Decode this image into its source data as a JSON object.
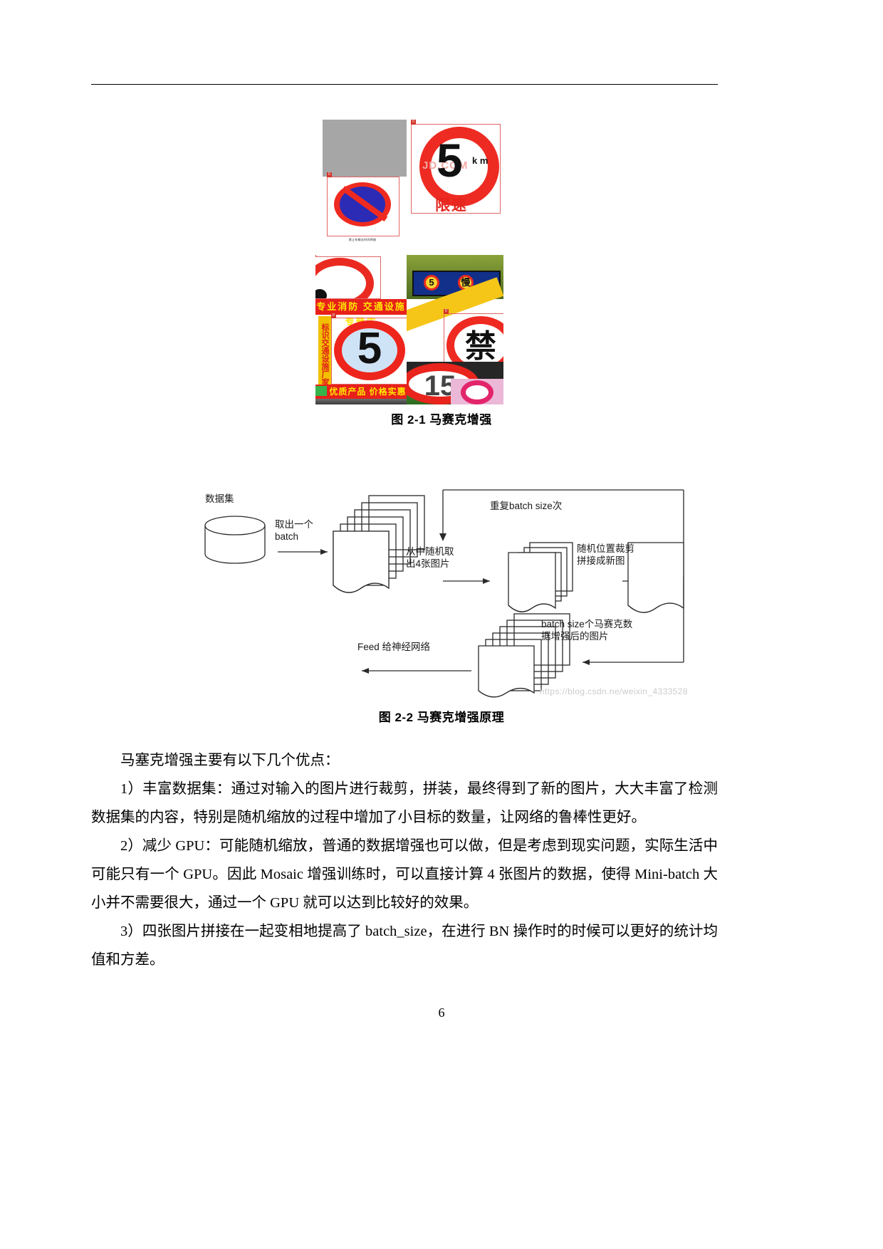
{
  "document": {
    "page_number": "6"
  },
  "figure1": {
    "caption": "图 2-1 马赛克增强",
    "alt_name": "mosaic-augmentation-sample",
    "tiles": {
      "top_left": {
        "gray_block": "",
        "sign_caption": "禁止车辆长时间停放",
        "box_tag": "0"
      },
      "top_right": {
        "number": "5",
        "unit": "k\nm",
        "label": "限速",
        "watermark": "JD.COM",
        "box_tag": "0"
      },
      "bottom_left": {
        "banner_top": "专业消防 交通设施专营店",
        "vertical_strip": "标识交通设施厂家",
        "sign_number": "5",
        "banner_bottom": "优质产品 价格实惠",
        "box_tag": "0"
      },
      "bottom_right": {
        "shelf_sign_a": "5",
        "shelf_sign_b": "慢",
        "no_entry_glyph": "禁",
        "sign_number": "15",
        "box_tag": "0"
      }
    }
  },
  "figure2": {
    "caption": "图 2-2 马赛克增强原理",
    "watermark": "https://blog.csdn.ne/weixin_4333528",
    "labels": {
      "dataset": "数据集",
      "take_one_batch": "取出一个\nbatch",
      "repeat_batch_size": "重复batch size次",
      "random_pick_4": "从中随机取\n出4张图片",
      "random_crop_merge": "随机位置裁剪\n拼接成新图",
      "mosaic_result": "batch size个马赛克数\n据增强后的图片",
      "feed_network": "Feed 给神经网络"
    }
  },
  "body": {
    "paragraphs": [
      "马塞克增强主要有以下几个优点：",
      "1）丰富数据集：通过对输入的图片进行裁剪，拼装，最终得到了新的图片，大大丰富了检测数据集的内容，特别是随机缩放的过程中增加了小目标的数量，让网络的鲁棒性更好。",
      "2）减少 GPU：可能随机缩放，普通的数据增强也可以做，但是考虑到现实问题，实际生活中可能只有一个 GPU。因此 Mosaic 增强训练时，可以直接计算 4 张图片的数据，使得 Mini-batch 大小并不需要很大，通过一个 GPU 就可以达到比较好的效果。",
      "3）四张图片拼接在一起变相地提高了 batch_size，在进行 BN 操作时的时候可以更好的统计均值和方差。"
    ]
  },
  "colors": {
    "sign_red": "#ee2b22",
    "sign_blue": "#2b2bb5",
    "banner_red": "#e8201a",
    "banner_yellow": "#ffe600",
    "gray_block": "#a6a6a6"
  }
}
